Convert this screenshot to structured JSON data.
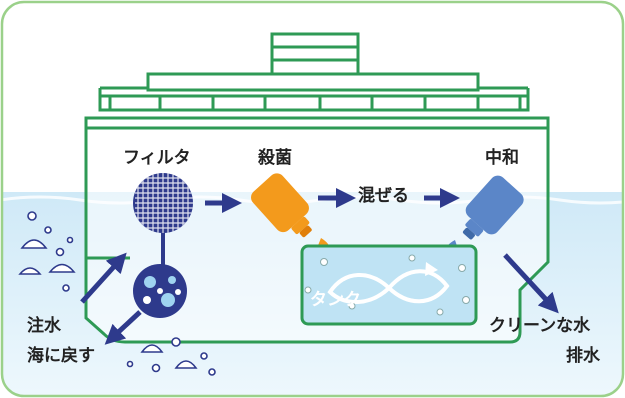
{
  "labels": {
    "filter": "フィルタ",
    "sterilize": "殺菌",
    "mix": "混ぜる",
    "neutralize": "中和",
    "tank": "タンク",
    "intake": "注水",
    "return_sea": "海に戻す",
    "clean_water": "クリーンな水",
    "discharge": "排水"
  },
  "colors": {
    "frame": "#9bd18a",
    "hull": "#2e9a55",
    "sea": "#d5ecf8",
    "arrow": "#2e3a8c",
    "filter": "#2e3a8c",
    "sterilizer_bottle": "#f39a1c",
    "neutralizer_bottle": "#5b86c8",
    "tank_water": "#bfe3f4"
  },
  "icons": [
    "filter-mesh-icon",
    "sterilizer-bottle-icon",
    "neutralizer-bottle-icon",
    "shell-icon",
    "bubble-icon",
    "mixing-loop-icon"
  ]
}
